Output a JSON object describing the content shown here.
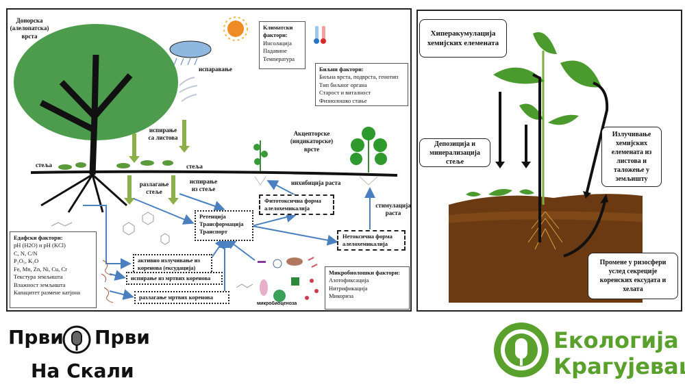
{
  "left_panel": {
    "donor_label": [
      "Донорска",
      "(алелопатска)",
      "врста"
    ],
    "climate_factors": {
      "title": "Климатски фактори:",
      "items": [
        "Инсолација",
        "Падавине",
        "Температура"
      ]
    },
    "plant_factors": {
      "title": "Биљни фактори:",
      "items": [
        "Биљна врста, подврста, генотип",
        "Тип биљног органа",
        "Старост и виталност",
        "Физиолошко стање"
      ]
    },
    "evaporation": "испаравање",
    "leaf_leaching": [
      "испирање",
      "са листова"
    ],
    "litter_left": "стеља",
    "litter_right": "стеља",
    "acceptor_label": [
      "Акцепторске",
      "(индикаторске)",
      "врсте"
    ],
    "litter_decomposition": [
      "разлагање",
      "стеље"
    ],
    "litter_leaching": [
      "испирање",
      "из стеље"
    ],
    "growth_inhibition": "инхибиција раста",
    "growth_stimulation": [
      "стимулација",
      "раста"
    ],
    "phytotoxic_form": [
      "Фитотоксична форма",
      "алелохемикалија"
    ],
    "nontoxic_form": [
      "Нетоксична форма",
      "алелохемикалија"
    ],
    "rtt": [
      "Ретенција",
      "Трансформација",
      "Транспорт"
    ],
    "root_exudation": [
      "активно излучивање из",
      "коренова (ексудација)"
    ],
    "dead_root_leaching": "испирање из мртвих коренова",
    "dead_root_decomposition": "разлагање мртвих коренова",
    "microbiocenosis": "микробиоценоза",
    "edaphic_factors": {
      "title": "Едафски фактори:",
      "items": [
        "pH (H2O) и pH (KCl)",
        "C, N, C/N",
        "P₂O₅, K₂O",
        "Fe, Mn, Zn, Ni, Cu, Cr",
        "Текстура земљишта",
        "Влажност земљишта",
        "Капацитет размене катјона"
      ]
    },
    "microbial_factors": {
      "title": "Микробиолошки фактори:",
      "items": [
        "Азотофиксација",
        "Нитрификација",
        "Микориза"
      ]
    }
  },
  "right_panel": {
    "hyperaccumulation": [
      "Хиперакумулација",
      "хемијских елемената"
    ],
    "deposition": [
      "Депозиција и",
      "минерализација",
      "стеље"
    ],
    "excretion": [
      "Излучивање",
      "хемијских",
      "елемената из",
      "листова и",
      "таложење у",
      "земљишту"
    ],
    "rhizosphere": [
      "Промене у ризосфери",
      "услед секреције",
      "коренских ексудата и",
      "хелата"
    ]
  },
  "logos": {
    "left": {
      "line1_a": "Први",
      "line1_b": "Први",
      "line2": "На Скали"
    },
    "right": {
      "line1": "Екологија",
      "line2": "Крагујевац",
      "color": "#5aa02c"
    }
  },
  "colors": {
    "leaf": "#2e8b2e",
    "soil": "#6b3a12",
    "arrow_blue": "#4a7fc0",
    "arrow_green": "#8bb04a"
  }
}
